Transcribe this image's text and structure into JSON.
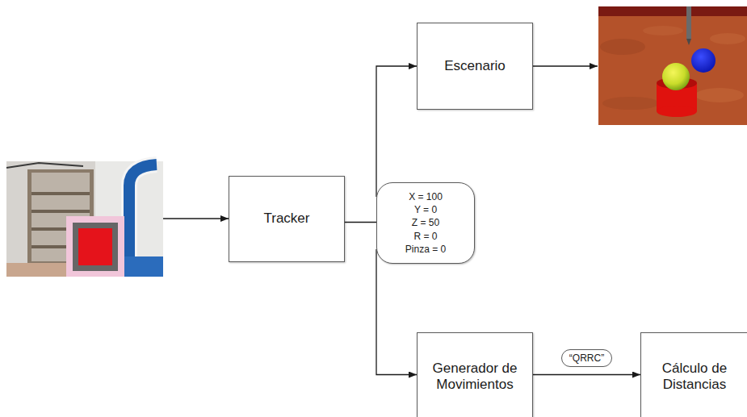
{
  "diagram": {
    "nodes": [
      {
        "text": [
          "Tracker"
        ]
      },
      {
        "text": [
          "X = 100",
          "Y = 0",
          "Z = 50",
          "R = 0",
          "Pinza = 0"
        ]
      },
      {
        "text": [
          "Escenario"
        ]
      },
      {
        "text": [
          "Generador de Movimientos"
        ]
      },
      {
        "text": [
          "Cálculo de Distancias"
        ]
      }
    ],
    "edges": [
      {
        "from": 0,
        "to": 1,
        "arrow": "none"
      },
      {
        "from": 1,
        "to": 2,
        "arrow": "to"
      },
      {
        "from": 1,
        "to": 3,
        "arrow": "to"
      },
      {
        "from": 3,
        "to": 4,
        "label": "“QRRC”",
        "arrow": "to"
      }
    ]
  }
}
